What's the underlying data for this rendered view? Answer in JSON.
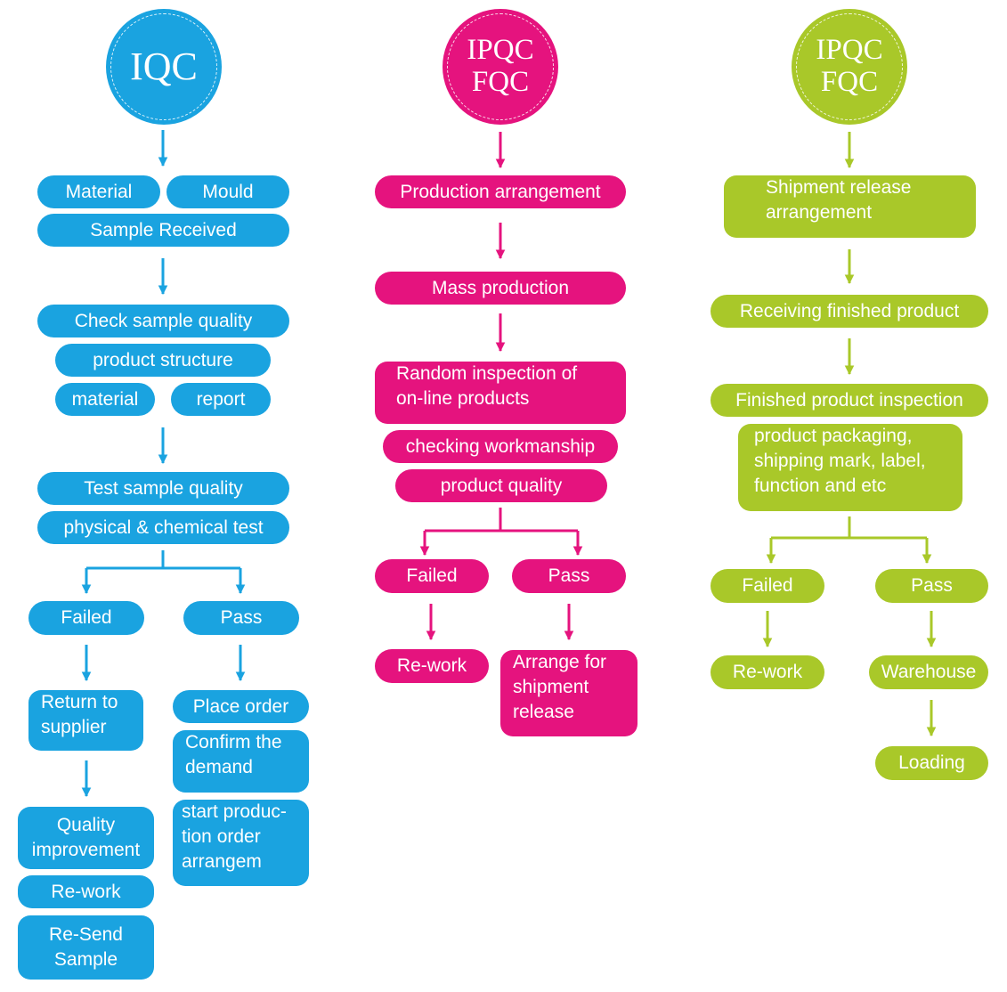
{
  "iqc": {
    "title": "IQC",
    "material": "Material",
    "mould": "Mould",
    "sample_received": "Sample Received",
    "check_sample_quality": "Check sample quality",
    "product_structure": "product structure",
    "material2": "material",
    "report": "report",
    "test_sample_quality": "Test sample quality",
    "physical_chemical_test": "physical & chemical test",
    "failed": "Failed",
    "pass": "Pass",
    "return_to_supplier": [
      "Return to",
      "supplier"
    ],
    "quality_improvement": [
      "Quality",
      "improvement"
    ],
    "rework": "Re-work",
    "resend_sample": [
      "Re-Send",
      "Sample"
    ],
    "place_order": "Place order",
    "confirm_demand": [
      "Confirm the",
      "demand"
    ],
    "start_production": [
      "start produc-",
      "tion order",
      "arrangem"
    ]
  },
  "ipqc": {
    "title": [
      "IPQC",
      "FQC"
    ],
    "production_arrangement": "Production arrangement",
    "mass_production": "Mass production",
    "random_inspection": [
      "Random inspection of",
      "on-line products"
    ],
    "checking_workmanship": "checking workmanship",
    "product_quality": "product quality",
    "failed": "Failed",
    "pass": "Pass",
    "rework": "Re-work",
    "arrange_shipment": [
      "Arrange for",
      "shipment",
      "release"
    ]
  },
  "fqc": {
    "title": [
      "IPQC",
      "FQC"
    ],
    "shipment_release": [
      "Shipment release",
      "arrangement"
    ],
    "receiving_finished": "Receiving finished product",
    "finished_inspection": "Finished product inspection",
    "packaging": [
      "product packaging,",
      "shipping mark, label,",
      "function and etc"
    ],
    "failed": "Failed",
    "pass": "Pass",
    "rework": "Re-work",
    "warehouse": "Warehouse",
    "loading": "Loading"
  },
  "colors": {
    "blue": "#1aa3e0",
    "pink": "#e5137e",
    "green": "#a9c829"
  }
}
